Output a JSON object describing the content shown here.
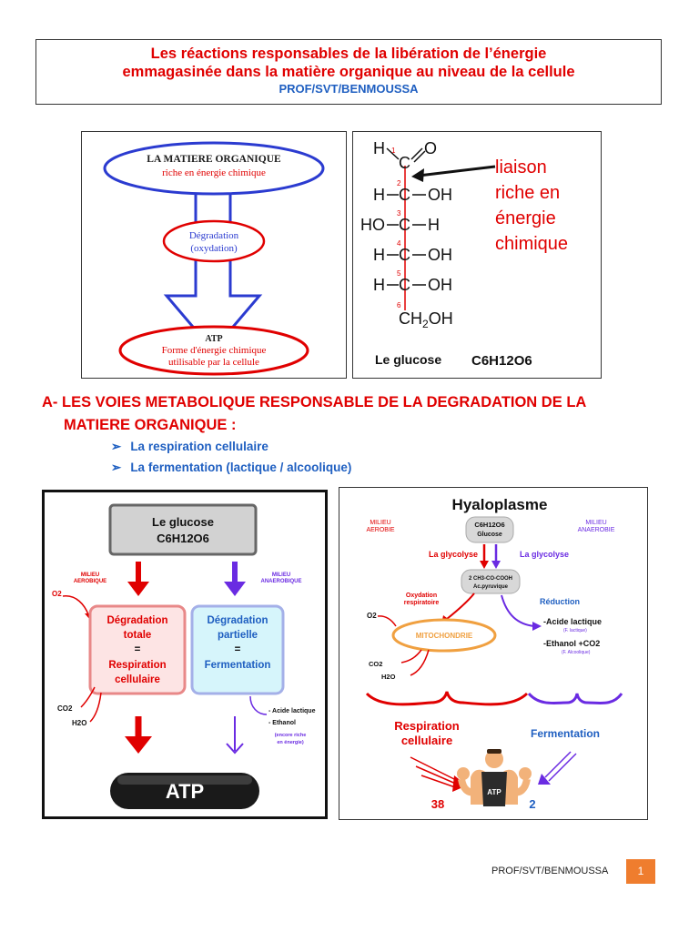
{
  "title": {
    "line1": "Les réactions responsables de la libération de l’énergie",
    "line2": "emmagasinée dans la matière organique au niveau de la cellule",
    "author": "PROF/SVT/BENMOUSSA"
  },
  "degradation_diagram": {
    "top_label_1": "LA MATIERE ORGANIQUE",
    "top_label_2": "riche en énergie chimique",
    "middle_label_1": "Dégradation",
    "middle_label_2": "(oxydation)",
    "bottom_label_1": "ATP",
    "bottom_label_2": "Forme d'énergie chimique",
    "bottom_label_3": "utilisable par la cellule"
  },
  "glucose_structure": {
    "annotation": [
      "liaison",
      "riche en",
      "énergie",
      "chimique"
    ],
    "caption_name": "Le glucose",
    "caption_formula": "C6H12O6",
    "rows": [
      "H–C=O",
      "H–C–OH",
      "HO–C–H",
      "H–C–OH",
      "H–C–OH",
      "CH2OH"
    ],
    "carbon_numbers": [
      "1",
      "2",
      "3",
      "4",
      "5",
      "6"
    ]
  },
  "section": {
    "heading_line1": "A- LES VOIES METABOLIQUE RESPONSABLE DE LA DEGRADATION DE LA",
    "heading_line2": "MATIERE ORGANIQUE :",
    "bullets": [
      "La respiration cellulaire",
      "La fermentation (lactique / alcoolique)"
    ]
  },
  "pathway_diagram": {
    "source_line1": "Le glucose",
    "source_line2": "C6H12O6",
    "o2": "O2",
    "aerobic_label": [
      "MILIEU",
      "AEROBIQUE"
    ],
    "anaerobic_label": [
      "MILIEU",
      "ANAEROBIQUE"
    ],
    "left_box": [
      "Dégradation",
      "totale",
      "=",
      "Respiration",
      "cellulaire"
    ],
    "right_box": [
      "Dégradation",
      "partielle",
      "=",
      "Fermentation"
    ],
    "co2": "CO2",
    "h2o": "H2O",
    "products": [
      "- Acide lactique",
      "- Ethanol"
    ],
    "products_note": [
      "(encore riche",
      "en énergie)"
    ],
    "atp": "ATP"
  },
  "hyaloplasm_diagram": {
    "title": "Hyaloplasme",
    "aerobic_label": [
      "MILIEU",
      "AEROBIE"
    ],
    "anaerobic_label": [
      "MILIEU",
      "ANAEROBIE"
    ],
    "glucose": [
      "C6H12O6",
      "Glucose"
    ],
    "glycolysis_left": "La glycolyse",
    "glycolysis_right": "La glycolyse",
    "pyruvate": [
      "2 CH3-CO-COOH",
      "Ac.pyruvique"
    ],
    "oxidation": [
      "Oxydation",
      "respiratoire"
    ],
    "reduction": "Réduction",
    "o2": "O2",
    "mitochondria": "MITOCHONDRIE",
    "co2": "CO2",
    "h2o": "H2O",
    "lactic": "-Acide lactique",
    "lactic_note": "(F. lactique)",
    "ethanol": "-Ethanol +CO2",
    "ethanol_note": "(F. Alcoolique)",
    "respiration": [
      "Respiration",
      "cellulaire"
    ],
    "fermentation": "Fermentation",
    "atp_aerobic": "38",
    "atp_label": "ATP",
    "atp_anaerobic": "2"
  },
  "footer": {
    "author": "PROF/SVT/BENMOUSSA",
    "page": "1"
  },
  "colors": {
    "red": "#e00000",
    "blue": "#1f5fc1",
    "purple": "#6a2be2",
    "orange": "#ef7d2e"
  }
}
